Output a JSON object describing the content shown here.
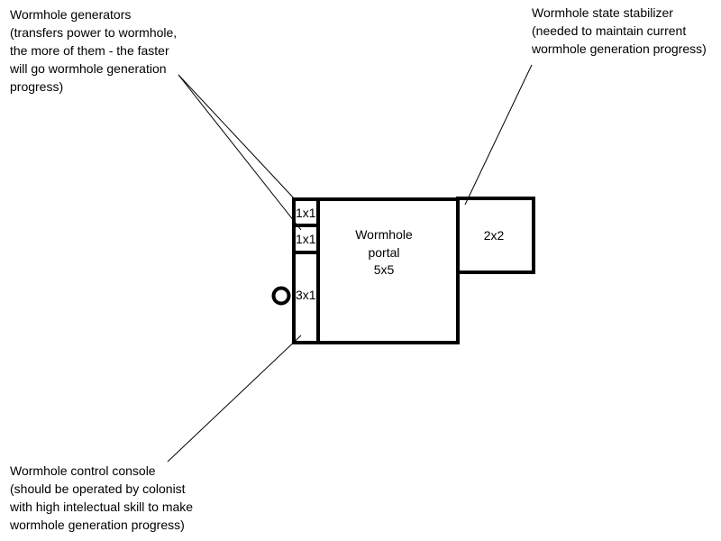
{
  "annotations": {
    "generators": "Wormhole generators\n(transfers power to wormhole,\nthe more of them - the faster\nwill go wormhole generation\nprogress)",
    "stabilizer": "Wormhole state stabilizer\n(needed to maintain current\nwormhole generation progress)",
    "console": "Wormhole control console\n(should be operated by colonist\nwith high intelectual skill to make\nwormhole generation progress)"
  },
  "blocks": {
    "generator_1": "1x1",
    "generator_2": "1x1",
    "console": "3x1",
    "portal_line1": "Wormhole",
    "portal_line2": "portal",
    "portal_line3": "5x5",
    "stabilizer": "2x2"
  },
  "colors": {
    "stroke": "#000000",
    "background": "#ffffff"
  }
}
